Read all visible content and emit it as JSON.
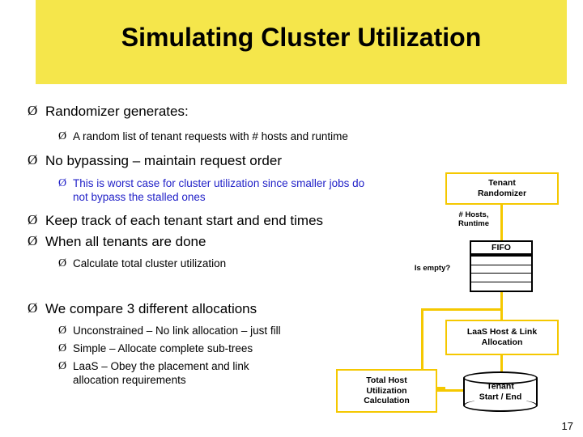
{
  "slide": {
    "title": "Simulating Cluster Utilization",
    "page_number": "17",
    "accent_color": "#f5e64b",
    "connector_color": "#f5c800",
    "sub_bullet_color": "#2222c8",
    "marker_glyph": "Ø"
  },
  "bullets": [
    {
      "level": 1,
      "text": "Randomizer generates:"
    },
    {
      "level": 2,
      "text": "A random list of tenant requests with # hosts and runtime",
      "color": "black"
    },
    {
      "level": 1,
      "text": "No bypassing – maintain request order"
    },
    {
      "level": 2,
      "text": "This is worst case for cluster utilization since smaller jobs do not bypass the stalled ones",
      "color": "blue"
    },
    {
      "level": 1,
      "text": "Keep track of each tenant start and end times"
    },
    {
      "level": 1,
      "text": "When all tenants are done"
    },
    {
      "level": 2,
      "text": "Calculate total cluster utilization",
      "color": "black"
    },
    {
      "level": 1,
      "text": "We compare 3 different allocations"
    },
    {
      "level": 2,
      "text": "Unconstrained – No link allocation – just fill",
      "color": "black"
    },
    {
      "level": 2,
      "text": "Simple – Allocate complete sub-trees",
      "color": "black"
    },
    {
      "level": 2,
      "text": "LaaS – Obey the placement and link allocation requirements",
      "color": "black"
    }
  ],
  "diagram": {
    "nodes": [
      {
        "name": "tenant-randomizer",
        "label": "Tenant\nRandomizer"
      },
      {
        "name": "fifo-queue",
        "label": "FIFO"
      },
      {
        "name": "laas-host-link-allocation",
        "label": "LaaS Host & Link\nAllocation"
      },
      {
        "name": "total-host-utilization-calculation",
        "label": "Total Host\nUtilization\nCalculation"
      },
      {
        "name": "tenant-start-end",
        "label": "Tenant\nStart / End"
      }
    ],
    "edge_labels": [
      {
        "name": "hosts-runtime-label",
        "text": "# Hosts,\nRuntime"
      },
      {
        "name": "is-empty-label",
        "text": "Is empty?"
      }
    ]
  }
}
